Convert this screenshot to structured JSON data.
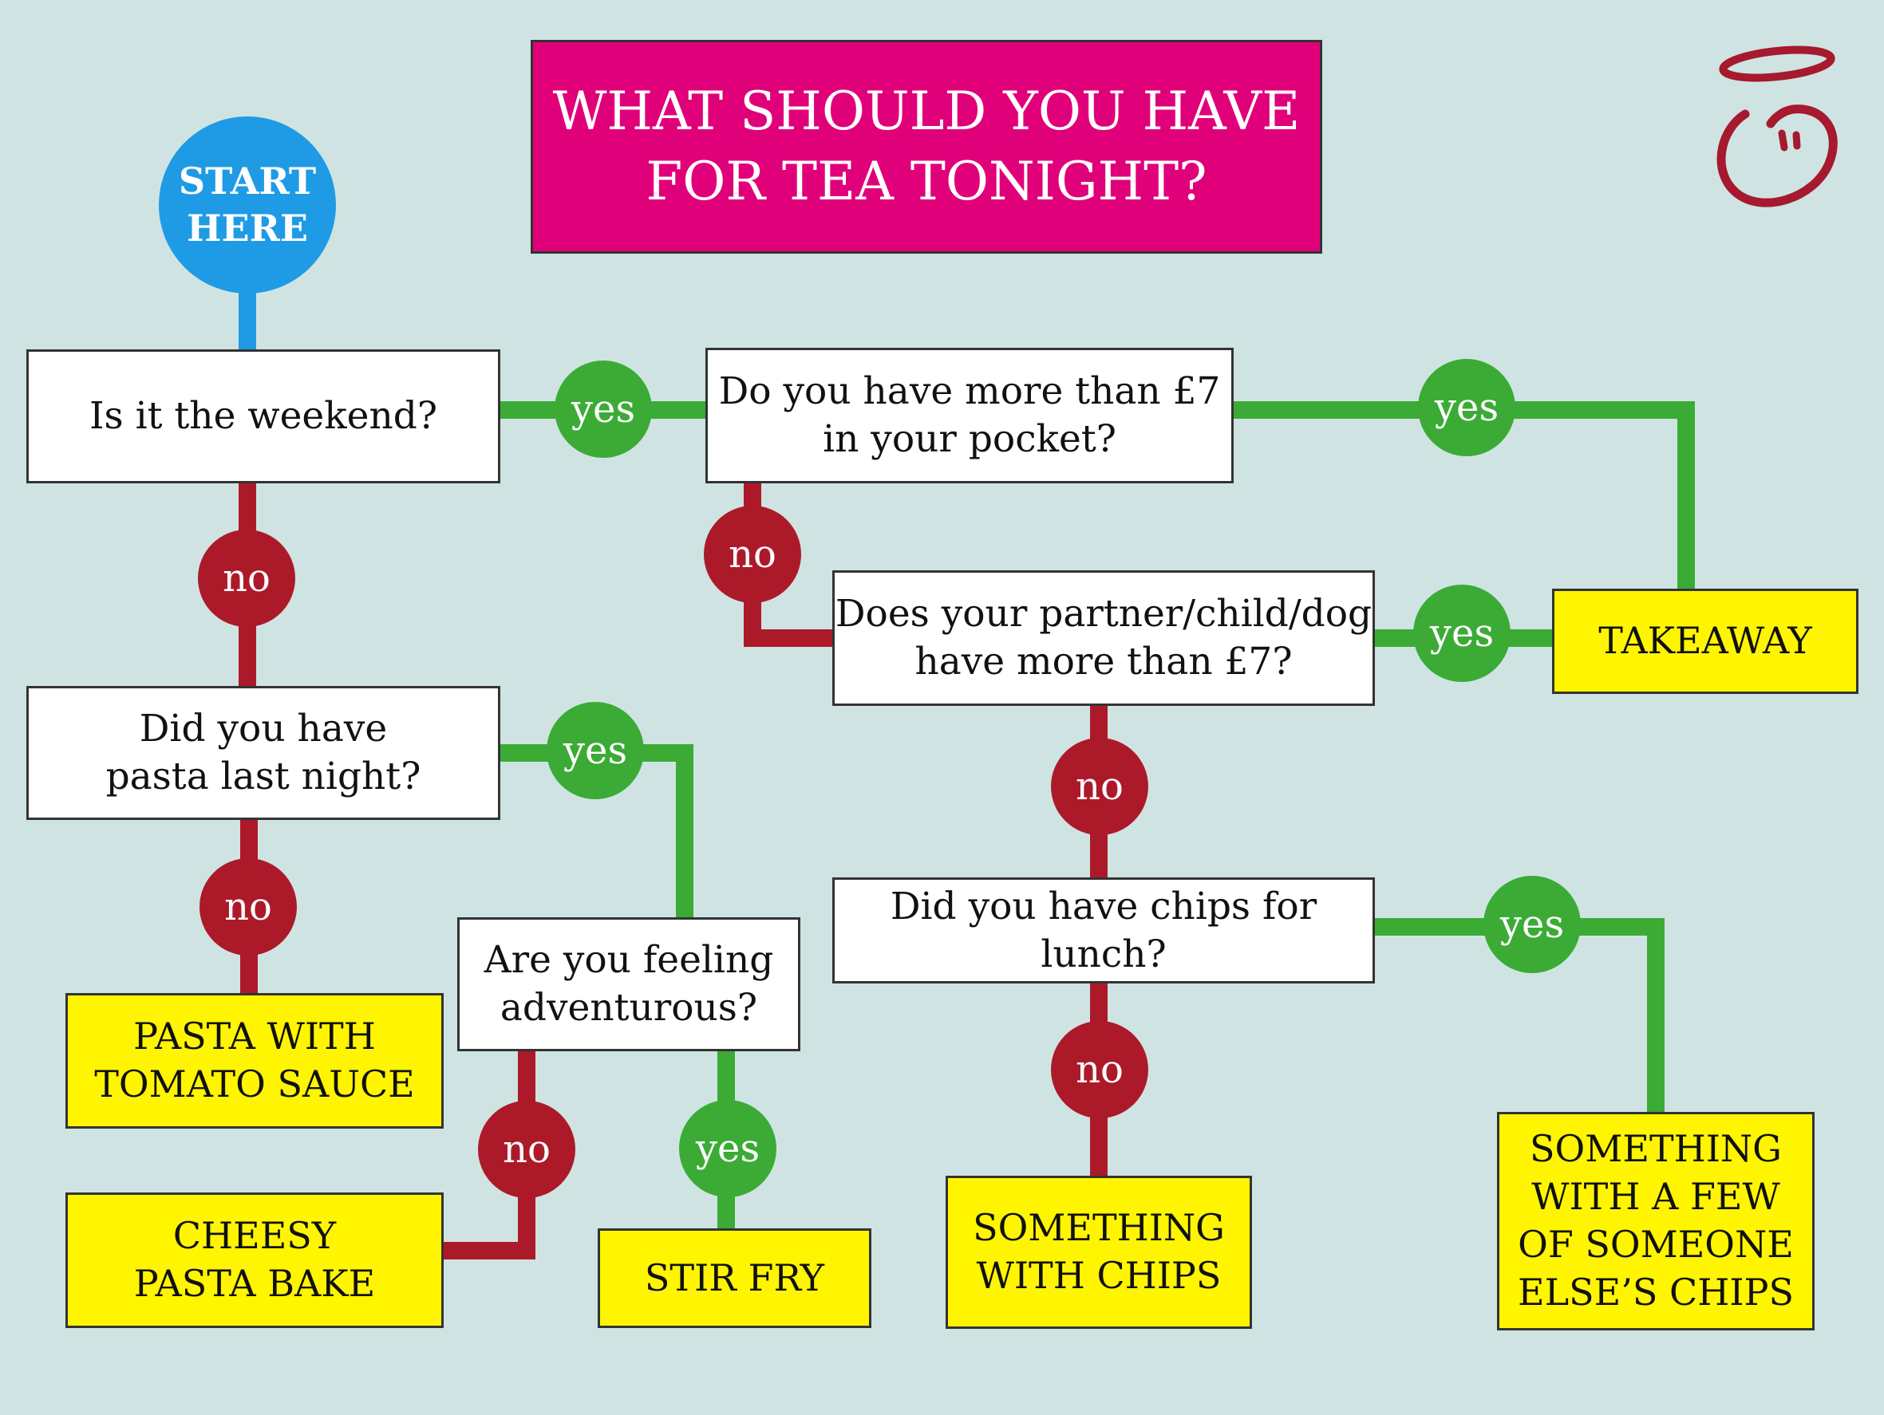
{
  "title": "WHAT SHOULD YOU HAVE\nFOR TEA TONIGHT?",
  "start_label": "START\nHERE",
  "questions": {
    "weekend": "Is it the weekend?",
    "money": "Do you have more than £7\nin your pocket?",
    "pasta": "Did you have\npasta last night?",
    "partner": "Does your partner/child/dog\nhave more than £7?",
    "adventurous": "Are you feeling\nadventurous?",
    "chips": "Did you have chips for lunch?"
  },
  "results": {
    "takeaway": "TAKEAWAY",
    "pasta_tomato": "PASTA WITH\nTOMATO SAUCE",
    "cheesy_bake": "CHEESY\nPASTA BAKE",
    "stir_fry": "STIR FRY",
    "with_chips": "SOMETHING\nWITH CHIPS",
    "else_chips": "SOMETHING\nWITH A FEW\nOF SOMEONE\nELSE’S CHIPS"
  },
  "answers": {
    "yes": "yes",
    "no": "no"
  },
  "colors": {
    "background": "#cfe4e2",
    "title_bg": "#e0007a",
    "start_bg": "#1f9be6",
    "yes": "#3bab36",
    "no": "#ac1a2a",
    "result_bg": "#fff500",
    "logo": "#a6192e"
  },
  "logo_icon": "innocent-face-halo-icon"
}
